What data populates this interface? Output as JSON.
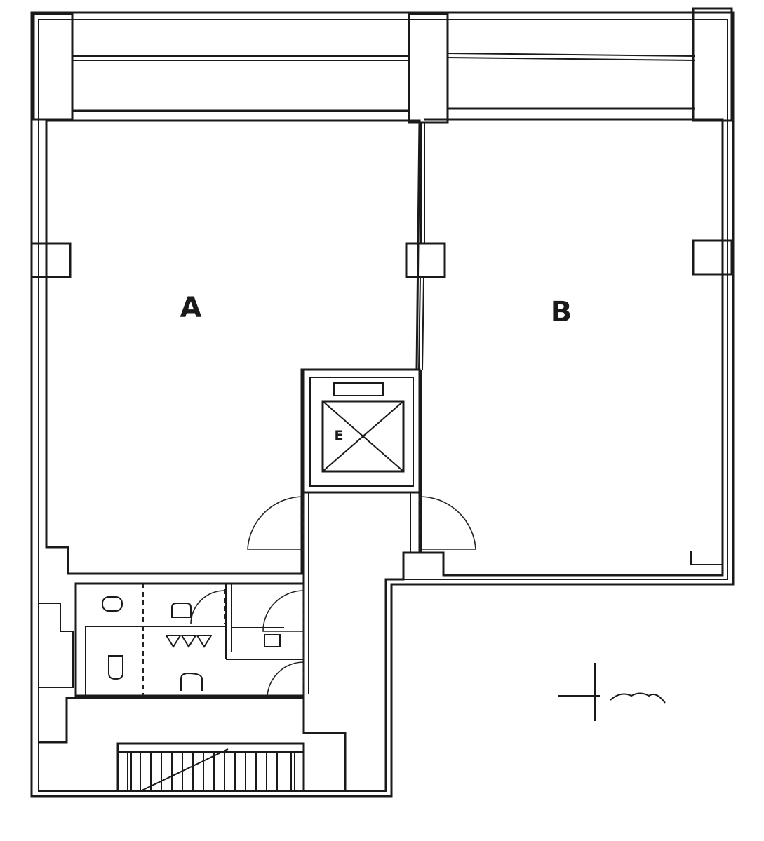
{
  "rooms": {
    "a": {
      "label": "A"
    },
    "b": {
      "label": "B"
    }
  },
  "elevator": {
    "label": "E"
  }
}
